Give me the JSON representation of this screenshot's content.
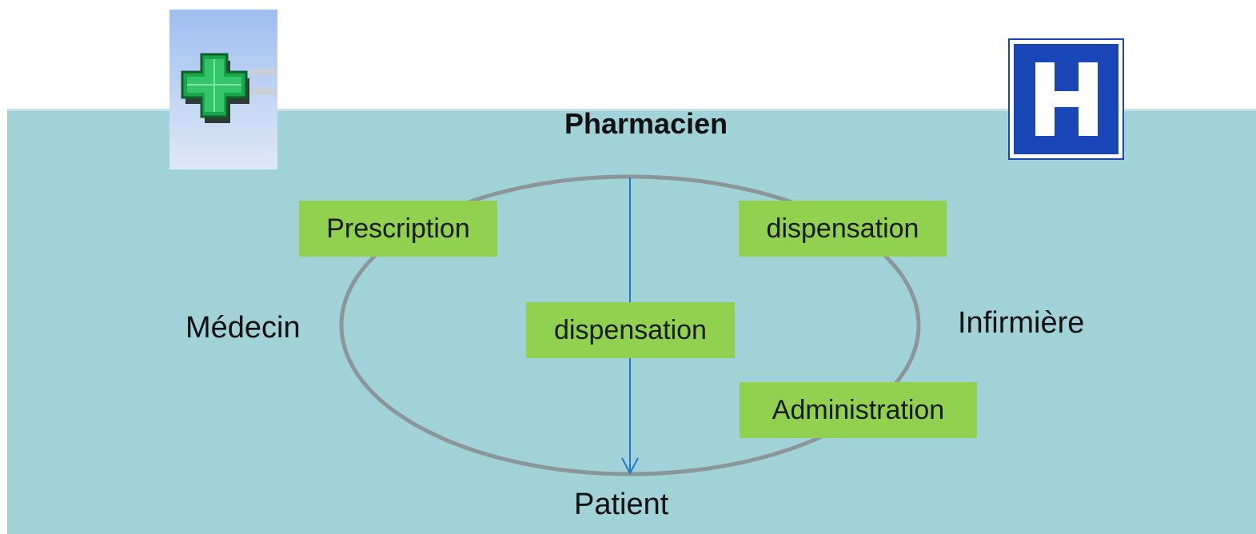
{
  "actors": {
    "top": "Pharmacien",
    "left": "Médecin",
    "right": "Infirmière",
    "bottom": "Patient"
  },
  "steps": {
    "prescription": "Prescription",
    "dispensation_top": "dispensation",
    "dispensation_center": "dispensation",
    "administration": "Administration"
  },
  "images": {
    "left": "pharmacy-cross-icon",
    "right": "hospital-h-icon"
  },
  "colors": {
    "panel": "#a0d2d7",
    "step_fill": "#92d050",
    "ellipse": "#8c9698",
    "arrow": "#1f78c8",
    "pharmacy_cross": "#19a64a",
    "hospital": "#1a47b8"
  }
}
